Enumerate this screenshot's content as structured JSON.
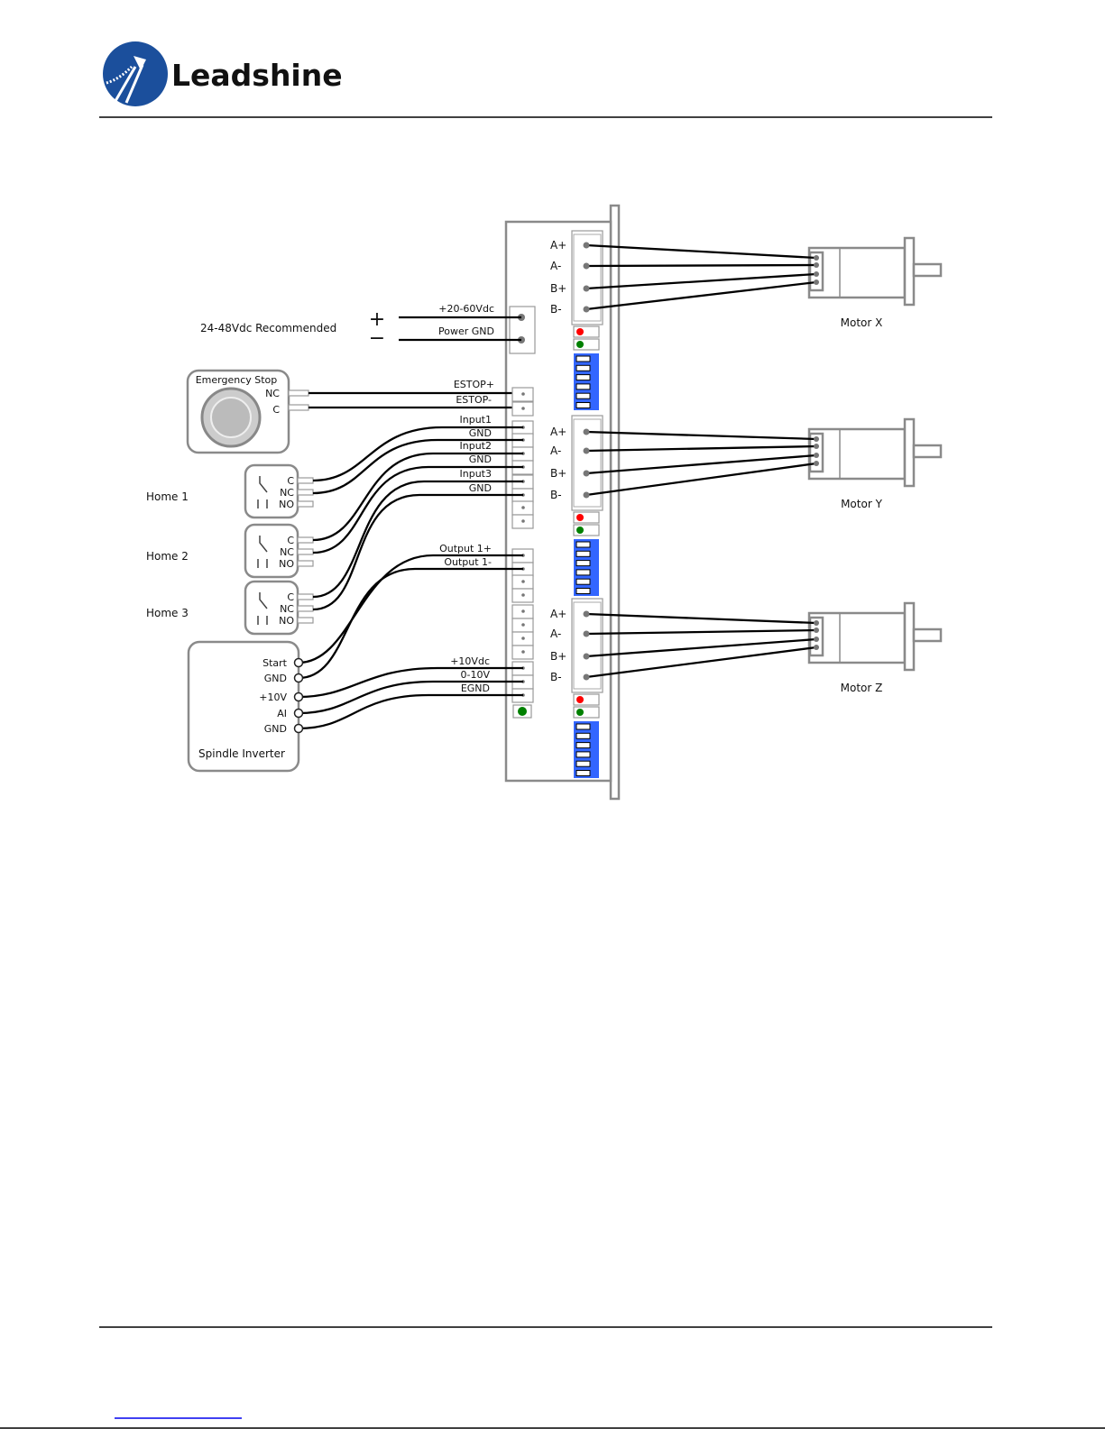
{
  "header": {
    "brand": "Leadshine",
    "logo_color": "#1b4f9c"
  },
  "power": {
    "recommended": "24-48Vdc Recommended",
    "plus_symbol": "+",
    "minus_symbol": "−",
    "vplus_label": "+20-60Vdc",
    "gnd_label": "Power GND"
  },
  "estop": {
    "title": "Emergency Stop",
    "pins": [
      "NC",
      "C"
    ],
    "terminal_labels": [
      "ESTOP+",
      "ESTOP-"
    ]
  },
  "homes": [
    {
      "label": "Home 1",
      "pins": [
        "C",
        "NC",
        "NO"
      ]
    },
    {
      "label": "Home 2",
      "pins": [
        "C",
        "NC",
        "NO"
      ]
    },
    {
      "label": "Home 3",
      "pins": [
        "C",
        "NC",
        "NO"
      ]
    }
  ],
  "input_labels": [
    "Input1",
    "GND",
    "Input2",
    "GND",
    "Input3",
    "GND"
  ],
  "output_labels": [
    "Output 1+",
    "Output 1-"
  ],
  "analog_labels": [
    "+10Vdc",
    "0-10V",
    "EGND"
  ],
  "spindle": {
    "title": "Spindle Inverter",
    "pins": [
      "Start",
      "GND",
      "+10V",
      "AI",
      "GND"
    ]
  },
  "motor_pins": [
    "A+",
    "A-",
    "B+",
    "B-"
  ],
  "motors": [
    {
      "label": "Motor X"
    },
    {
      "label": "Motor Y"
    },
    {
      "label": "Motor Z"
    }
  ],
  "colors": {
    "led_red": "#ff0000",
    "led_green": "#008000",
    "dip_blue": "#3366ff"
  }
}
